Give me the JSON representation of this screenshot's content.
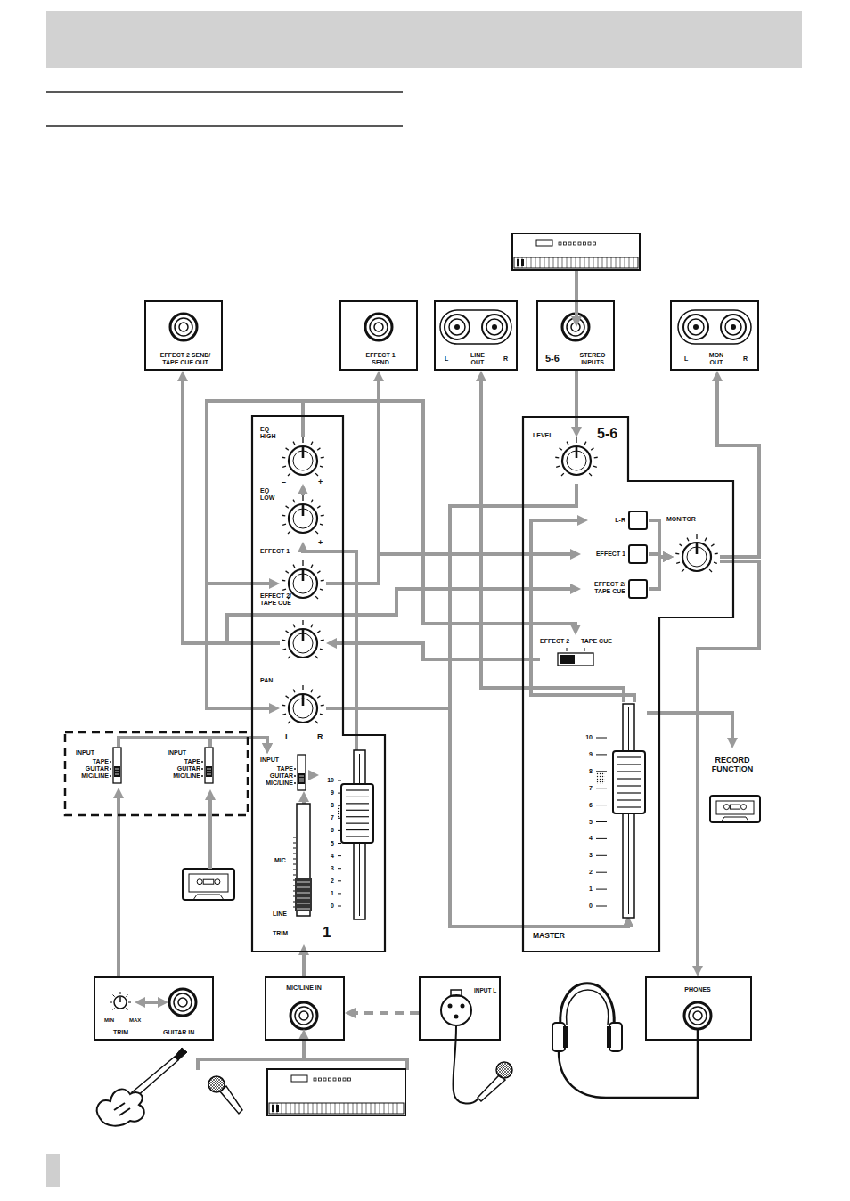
{
  "diagram": {
    "nodes": [
      {
        "text": [
          "EFFECT 2 SEND/ TAPE CUE OUT"
        ]
      },
      {
        "text": [
          "EFFECT 1 SEND"
        ]
      },
      {
        "text": [
          "L",
          "LINE OUT",
          "R"
        ]
      },
      {
        "text": [
          "5-6",
          "STEREO INPUTS"
        ]
      },
      {
        "text": [
          "L",
          "MON OUT",
          "R"
        ]
      },
      {
        "text": [
          "1"
        ]
      },
      {
        "text": [
          "EQ HIGH"
        ],
        "in": 5
      },
      {
        "text": [
          "EQ LOW"
        ],
        "in": 5
      },
      {
        "text": [
          "EFFECT 1"
        ],
        "in": 5
      },
      {
        "text": [
          "EFFECT 2/ TAPE CUE"
        ],
        "in": 5
      },
      {
        "text": [
          "PAN"
        ],
        "in": 5
      },
      {
        "text": [
          "INPUT",
          "TAPE",
          "GUITAR",
          "MIC/LINE"
        ],
        "in": 5
      },
      {
        "text": [
          "MIC",
          "LINE",
          "TRIM"
        ],
        "in": 5
      },
      {
        "text": [
          "10",
          "9",
          "8",
          "7",
          "6",
          "5",
          "4",
          "3",
          "2",
          "1",
          "0"
        ],
        "in": 5
      },
      {
        "text": [
          "MASTER"
        ]
      },
      {
        "text": [
          "LEVEL",
          "5-6"
        ],
        "in": 14
      },
      {
        "text": [
          "L-R"
        ],
        "in": 14
      },
      {
        "text": [
          "EFFECT 1"
        ],
        "in": 14
      },
      {
        "text": [
          "EFFECT 2/ TAPE CUE"
        ],
        "in": 14
      },
      {
        "text": [
          "MONITOR"
        ],
        "in": 14
      },
      {
        "text": [
          "EFFECT 2",
          "TAPE CUE"
        ],
        "in": 14
      },
      {
        "text": [
          "10",
          "9",
          "8",
          "7",
          "6",
          "5",
          "4",
          "3",
          "2",
          "1",
          "0"
        ],
        "in": 14
      },
      {
        "text": [
          "RECORD FUNCTION"
        ]
      },
      {
        "text": [
          "INPUT",
          "TAPE",
          "GUITAR",
          "MIC/LINE"
        ]
      },
      {
        "text": [
          "INPUT",
          "TAPE",
          "GUITAR",
          "MIC/LINE"
        ]
      },
      {
        "text": [
          "MIN",
          "MAX",
          "TRIM",
          "GUITAR IN"
        ]
      },
      {
        "text": [
          "MIC/LINE IN"
        ]
      },
      {
        "text": [
          "INPUT L"
        ]
      },
      {
        "text": [
          "PHONES"
        ]
      }
    ],
    "edges": [
      {
        "from": 3,
        "to": 15,
        "arrow": "to"
      },
      {
        "from": 26,
        "to": 12,
        "arrow": "to"
      },
      {
        "from": 27,
        "to": 26,
        "arrow": "to"
      },
      {
        "from": 25,
        "to": 23,
        "arrow": "to"
      },
      {
        "from": 23,
        "to": 11,
        "arrow": "to"
      },
      {
        "from": 24,
        "to": 11,
        "arrow": "to"
      },
      {
        "from": 12,
        "to": 11,
        "arrow": "to"
      },
      {
        "from": 11,
        "to": 13,
        "arrow": "to"
      },
      {
        "from": 13,
        "to": 7,
        "arrow": "to"
      },
      {
        "from": 7,
        "to": 6,
        "arrow": "to"
      },
      {
        "from": 6,
        "to": 8,
        "arrow": "to"
      },
      {
        "from": 6,
        "to": 10,
        "arrow": "to"
      },
      {
        "from": 6,
        "to": 20,
        "arrow": "to"
      },
      {
        "from": 20,
        "to": 9,
        "arrow": "to"
      },
      {
        "from": 8,
        "to": 1,
        "arrow": "to"
      },
      {
        "from": 8,
        "to": 17,
        "arrow": "to"
      },
      {
        "from": 9,
        "to": 0,
        "arrow": "to"
      },
      {
        "from": 9,
        "to": 18,
        "arrow": "to"
      },
      {
        "from": 10,
        "to": 21,
        "arrow": "to"
      },
      {
        "from": 15,
        "to": 21,
        "arrow": "to"
      },
      {
        "from": 21,
        "to": 2,
        "arrow": "to"
      },
      {
        "from": 21,
        "to": 16,
        "arrow": "to"
      },
      {
        "from": 21,
        "to": 22,
        "arrow": "to"
      },
      {
        "from": 16,
        "to": 19,
        "arrow": "to"
      },
      {
        "from": 17,
        "to": 19,
        "arrow": "to"
      },
      {
        "from": 18,
        "to": 19,
        "arrow": "to"
      },
      {
        "from": 19,
        "to": 4,
        "arrow": "to"
      },
      {
        "from": 19,
        "to": 28,
        "arrow": "to"
      }
    ],
    "labels": [
      "–",
      "+",
      "–",
      "+",
      "L",
      "R"
    ]
  }
}
